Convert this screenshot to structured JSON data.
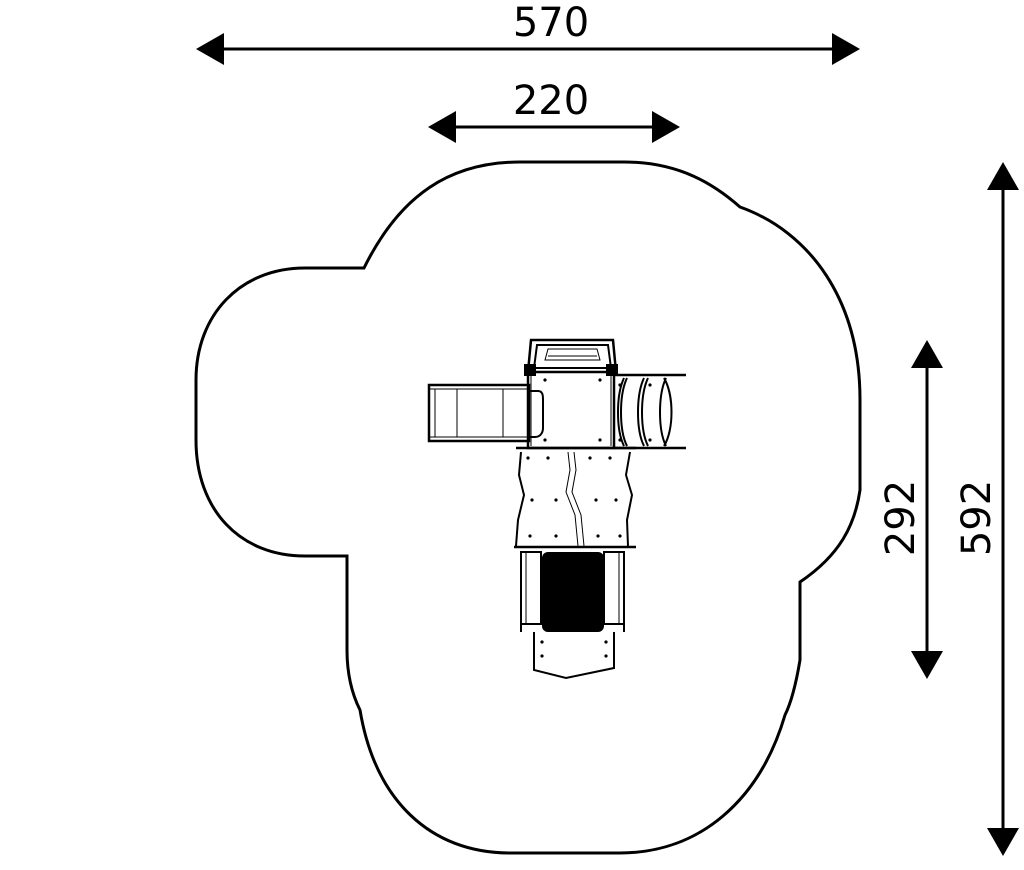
{
  "dimensions": {
    "overall_width": "570",
    "structure_width": "220",
    "structure_depth": "292",
    "overall_depth": "592"
  },
  "colors": {
    "line": "#000000",
    "background": "#ffffff"
  }
}
